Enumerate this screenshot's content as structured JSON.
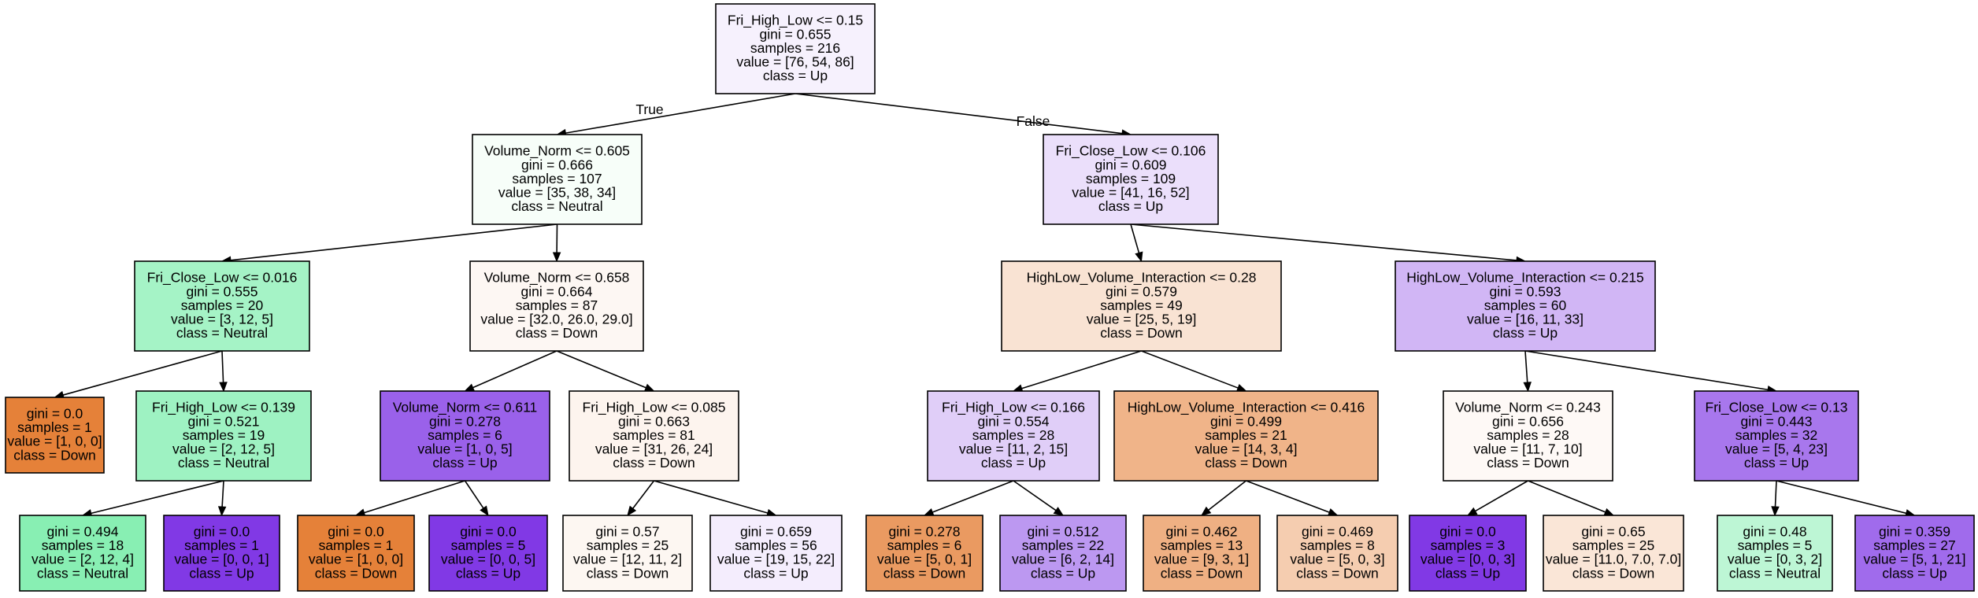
{
  "nodes": [
    {
      "id": "n0",
      "lines": [
        "Fri_High_Low <= 0.15",
        "gini = 0.655",
        "samples = 216",
        "value = [76, 54, 86]",
        "class = Up"
      ],
      "fill": "#f6f1fd"
    },
    {
      "id": "n1",
      "lines": [
        "Volume_Norm <= 0.605",
        "gini = 0.666",
        "samples = 107",
        "value = [35, 38, 34]",
        "class = Neutral"
      ],
      "fill": "#f7fef9"
    },
    {
      "id": "n2",
      "lines": [
        "Fri_Close_Low <= 0.016",
        "gini = 0.555",
        "samples = 20",
        "value = [3, 12, 5]",
        "class = Neutral"
      ],
      "fill": "#a5f3c6"
    },
    {
      "id": "n3",
      "lines": [
        "gini = 0.0",
        "samples = 1",
        "value = [1, 0, 0]",
        "class = Down"
      ],
      "fill": "#e58139"
    },
    {
      "id": "n4",
      "lines": [
        "Fri_High_Low <= 0.139",
        "gini = 0.521",
        "samples = 19",
        "value = [2, 12, 5]",
        "class = Neutral"
      ],
      "fill": "#9ef2c2"
    },
    {
      "id": "n5",
      "lines": [
        "gini = 0.494",
        "samples = 18",
        "value = [2, 12, 4]",
        "class = Neutral"
      ],
      "fill": "#88efb3"
    },
    {
      "id": "n6",
      "lines": [
        "gini = 0.0",
        "samples = 1",
        "value = [0, 0, 1]",
        "class = Up"
      ],
      "fill": "#8139e5"
    },
    {
      "id": "n7",
      "lines": [
        "Volume_Norm <= 0.658",
        "gini = 0.664",
        "samples = 87",
        "value = [32.0, 26.0, 29.0]",
        "class = Down"
      ],
      "fill": "#fdf7f3"
    },
    {
      "id": "n8",
      "lines": [
        "Volume_Norm <= 0.611",
        "gini = 0.278",
        "samples = 6",
        "value = [1, 0, 5]",
        "class = Up"
      ],
      "fill": "#9a61ea"
    },
    {
      "id": "n9",
      "lines": [
        "gini = 0.0",
        "samples = 1",
        "value = [1, 0, 0]",
        "class = Down"
      ],
      "fill": "#e58139"
    },
    {
      "id": "n10",
      "lines": [
        "gini = 0.0",
        "samples = 5",
        "value = [0, 0, 5]",
        "class = Up"
      ],
      "fill": "#8139e5"
    },
    {
      "id": "n11",
      "lines": [
        "Fri_High_Low <= 0.085",
        "gini = 0.663",
        "samples = 81",
        "value = [31, 26, 24]",
        "class = Down"
      ],
      "fill": "#fdf4ee"
    },
    {
      "id": "n12",
      "lines": [
        "gini = 0.57",
        "samples = 25",
        "value = [12, 11, 2]",
        "class = Down"
      ],
      "fill": "#fdf7f2"
    },
    {
      "id": "n13",
      "lines": [
        "gini = 0.659",
        "samples = 56",
        "value = [19, 15, 22]",
        "class = Up"
      ],
      "fill": "#f4edfd"
    },
    {
      "id": "n14",
      "lines": [
        "Fri_Close_Low <= 0.106",
        "gini = 0.609",
        "samples = 109",
        "value = [41, 16, 52]",
        "class = Up"
      ],
      "fill": "#ebdffb"
    },
    {
      "id": "n15",
      "lines": [
        "HighLow_Volume_Interaction <= 0.28",
        "gini = 0.579",
        "samples = 49",
        "value = [25, 5, 19]",
        "class = Down"
      ],
      "fill": "#f9e3d3"
    },
    {
      "id": "n16",
      "lines": [
        "Fri_High_Low <= 0.166",
        "gini = 0.554",
        "samples = 28",
        "value = [11, 2, 15]",
        "class = Up"
      ],
      "fill": "#e0cef8"
    },
    {
      "id": "n17",
      "lines": [
        "gini = 0.278",
        "samples = 6",
        "value = [5, 0, 1]",
        "class = Down"
      ],
      "fill": "#ea9a61"
    },
    {
      "id": "n18",
      "lines": [
        "gini = 0.512",
        "samples = 22",
        "value = [6, 2, 14]",
        "class = Up"
      ],
      "fill": "#bc98f1"
    },
    {
      "id": "n19",
      "lines": [
        "HighLow_Volume_Interaction <= 0.416",
        "gini = 0.499",
        "samples = 21",
        "value = [14, 3, 4]",
        "class = Down"
      ],
      "fill": "#f0b489"
    },
    {
      "id": "n20",
      "lines": [
        "gini = 0.462",
        "samples = 13",
        "value = [9, 3, 1]",
        "class = Down"
      ],
      "fill": "#efb083"
    },
    {
      "id": "n21",
      "lines": [
        "gini = 0.469",
        "samples = 8",
        "value = [5, 0, 3]",
        "class = Down"
      ],
      "fill": "#f5cdb0"
    },
    {
      "id": "n22",
      "lines": [
        "HighLow_Volume_Interaction <= 0.215",
        "gini = 0.593",
        "samples = 60",
        "value = [16, 11, 33]",
        "class = Up"
      ],
      "fill": "#d1b6f5"
    },
    {
      "id": "n23",
      "lines": [
        "Volume_Norm <= 0.243",
        "gini = 0.656",
        "samples = 28",
        "value = [11, 7, 10]",
        "class = Down"
      ],
      "fill": "#fef9f6"
    },
    {
      "id": "n24",
      "lines": [
        "gini = 0.0",
        "samples = 3",
        "value = [0, 0, 3]",
        "class = Up"
      ],
      "fill": "#8139e5"
    },
    {
      "id": "n25",
      "lines": [
        "gini = 0.65",
        "samples = 25",
        "value = [11.0, 7.0, 7.0]",
        "class = Down"
      ],
      "fill": "#fae6d7"
    },
    {
      "id": "n26",
      "lines": [
        "Fri_Close_Low <= 0.13",
        "gini = 0.443",
        "samples = 32",
        "value = [5, 4, 23]",
        "class = Up"
      ],
      "fill": "#a877ed"
    },
    {
      "id": "n27",
      "lines": [
        "gini = 0.48",
        "samples = 5",
        "value = [0, 3, 2]",
        "class = Neutral"
      ],
      "fill": "#bdf6d5"
    },
    {
      "id": "n28",
      "lines": [
        "gini = 0.359",
        "samples = 27",
        "value = [5, 1, 21]",
        "class = Up"
      ],
      "fill": "#a06bec"
    }
  ],
  "edges": [
    {
      "from": "n0",
      "to": "n1",
      "label": "True"
    },
    {
      "from": "n0",
      "to": "n14",
      "label": "False"
    },
    {
      "from": "n1",
      "to": "n2"
    },
    {
      "from": "n1",
      "to": "n7"
    },
    {
      "from": "n2",
      "to": "n3"
    },
    {
      "from": "n2",
      "to": "n4"
    },
    {
      "from": "n4",
      "to": "n5"
    },
    {
      "from": "n4",
      "to": "n6"
    },
    {
      "from": "n7",
      "to": "n8"
    },
    {
      "from": "n7",
      "to": "n11"
    },
    {
      "from": "n8",
      "to": "n9"
    },
    {
      "from": "n8",
      "to": "n10"
    },
    {
      "from": "n11",
      "to": "n12"
    },
    {
      "from": "n11",
      "to": "n13"
    },
    {
      "from": "n14",
      "to": "n15"
    },
    {
      "from": "n14",
      "to": "n22"
    },
    {
      "from": "n15",
      "to": "n16"
    },
    {
      "from": "n15",
      "to": "n19"
    },
    {
      "from": "n16",
      "to": "n17"
    },
    {
      "from": "n16",
      "to": "n18"
    },
    {
      "from": "n19",
      "to": "n20"
    },
    {
      "from": "n19",
      "to": "n21"
    },
    {
      "from": "n22",
      "to": "n23"
    },
    {
      "from": "n22",
      "to": "n26"
    },
    {
      "from": "n23",
      "to": "n24"
    },
    {
      "from": "n23",
      "to": "n25"
    },
    {
      "from": "n26",
      "to": "n27"
    },
    {
      "from": "n26",
      "to": "n28"
    }
  ]
}
